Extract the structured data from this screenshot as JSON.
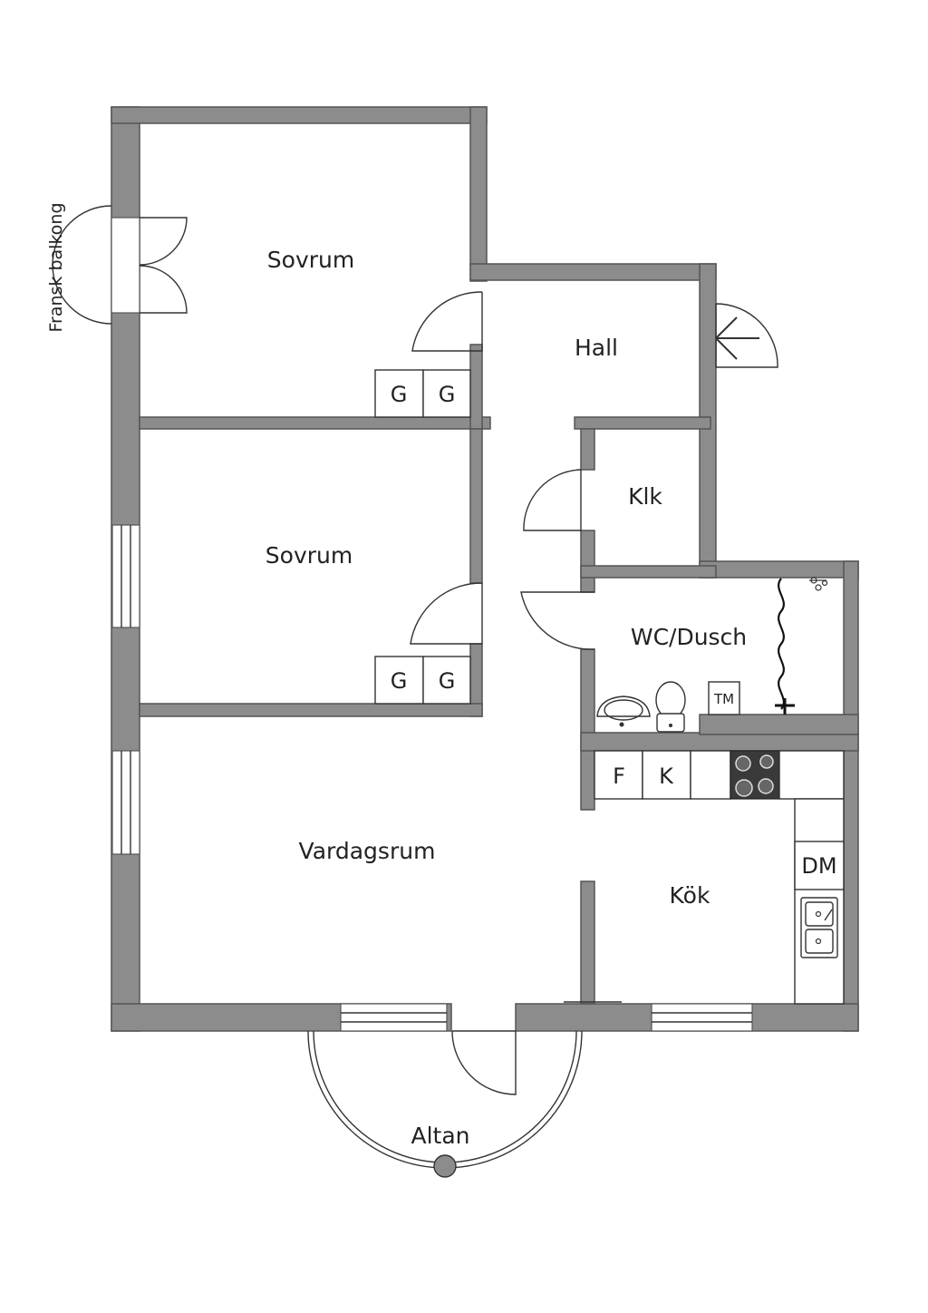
{
  "rooms": {
    "bedroom_1": "Sovrum",
    "bedroom_2": "Sovrum",
    "hall": "Hall",
    "closet": "Klk",
    "bathroom": "WC/Dusch",
    "living_room": "Vardagsrum",
    "kitchen": "Kök",
    "balcony": "Altan"
  },
  "french_balcony": "Fransk balkong",
  "appliances": {
    "wardrobe_1a": "G",
    "wardrobe_1b": "G",
    "wardrobe_2a": "G",
    "wardrobe_2b": "G",
    "freezer": "F",
    "fridge": "K",
    "dishwasher": "DM",
    "washing_machine": "TM"
  },
  "colors": {
    "wall": "#8c8c8c",
    "line": "#333333",
    "background": "#ffffff"
  }
}
